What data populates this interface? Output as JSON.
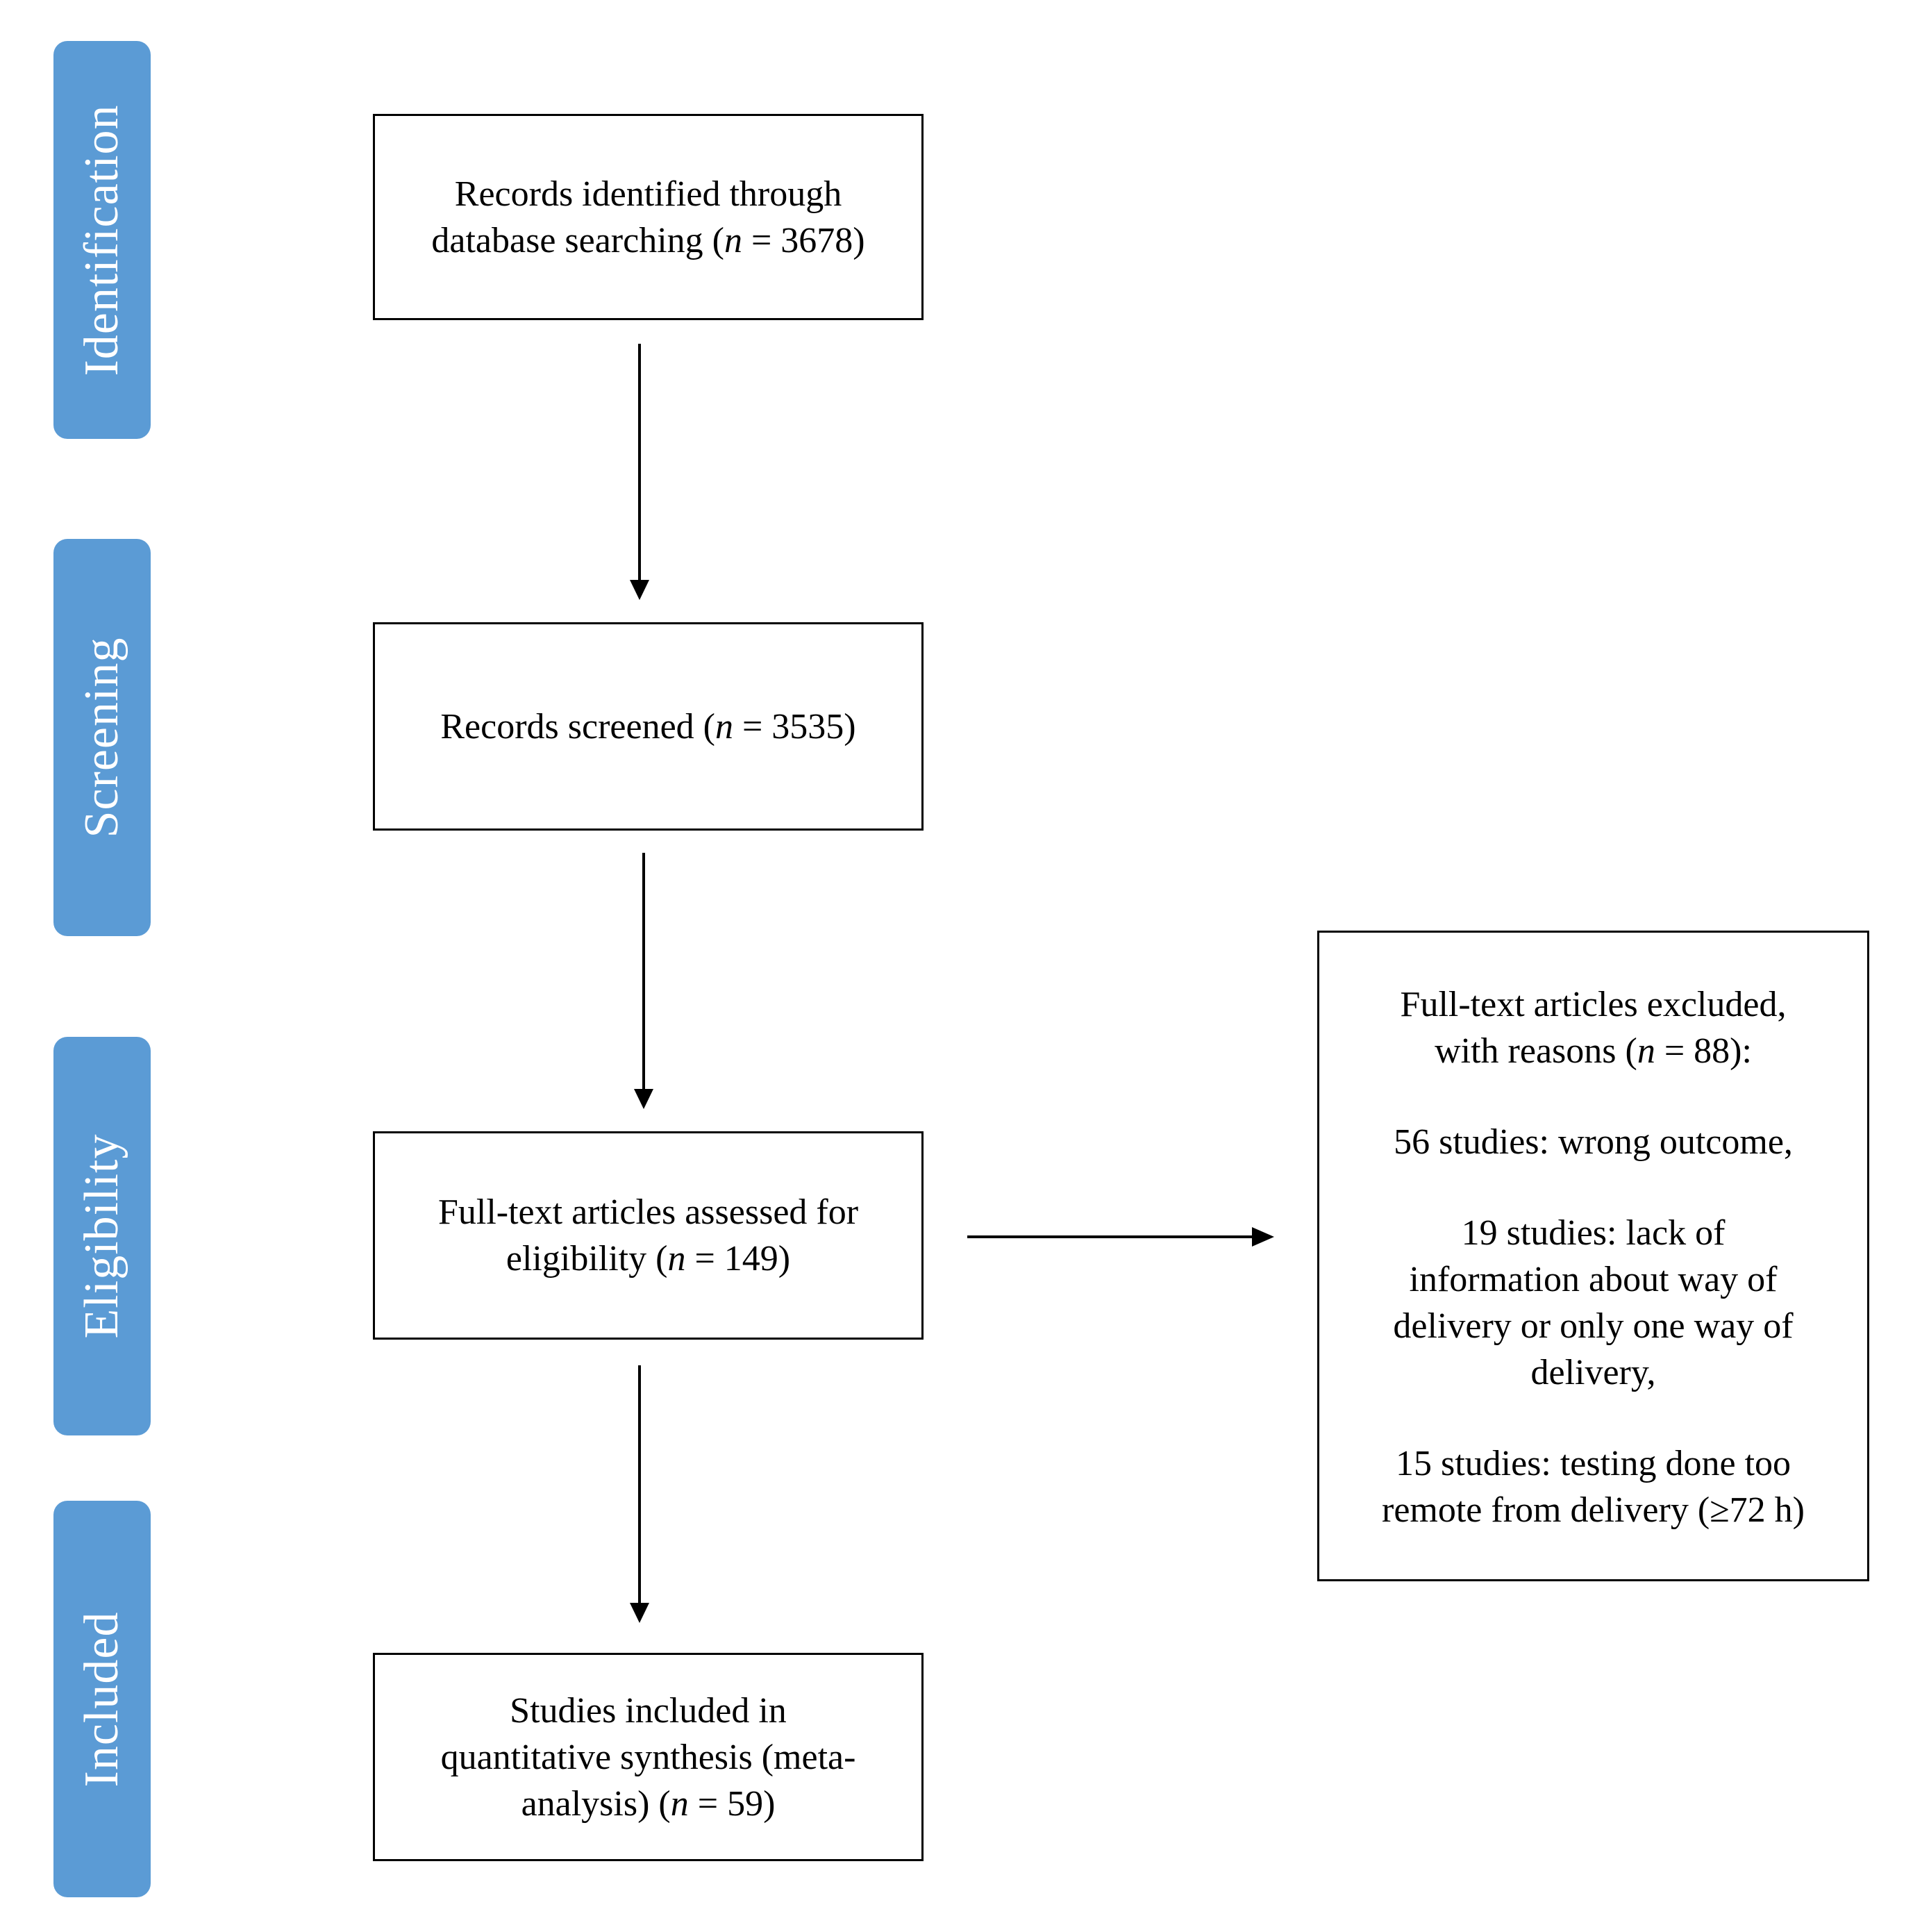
{
  "stages": {
    "identification": "Identification",
    "screening": "Screening",
    "eligibility": "Eligibility",
    "included": "Included"
  },
  "boxes": {
    "identified": {
      "line1": "Records identified through",
      "line2_prefix": "database searching (",
      "n_symbol": "n",
      "line2_suffix": " = 3678)"
    },
    "screened": {
      "prefix": "Records screened (",
      "n_symbol": "n",
      "suffix": " = 3535)"
    },
    "assessed": {
      "line1": "Full-text articles assessed for",
      "line2_prefix": "eligibility (",
      "n_symbol": "n",
      "line2_suffix": " = 149)"
    },
    "included": {
      "line1": "Studies included in",
      "line2": "quantitative synthesis (meta-",
      "line3_prefix": "analysis) (",
      "n_symbol": "n",
      "line3_suffix": " = 59)"
    },
    "excluded": {
      "heading_line1": "Full-text articles excluded,",
      "heading_line2_prefix": "with reasons (",
      "n_symbol": "n",
      "heading_line2_suffix": " = 88):",
      "reason1": "56 studies: wrong outcome,",
      "reason2_line1": "19 studies: lack of",
      "reason2_line2": "information about way of",
      "reason2_line3": "delivery or only one way of",
      "reason2_line4": "delivery,",
      "reason3_line1": "15 studies: testing done too",
      "reason3_line2": "remote from delivery (≥72 h)"
    }
  },
  "colors": {
    "stage_fill": "#5b9bd5",
    "stage_text": "#ffffff",
    "box_border": "#000000",
    "arrow": "#000000"
  }
}
